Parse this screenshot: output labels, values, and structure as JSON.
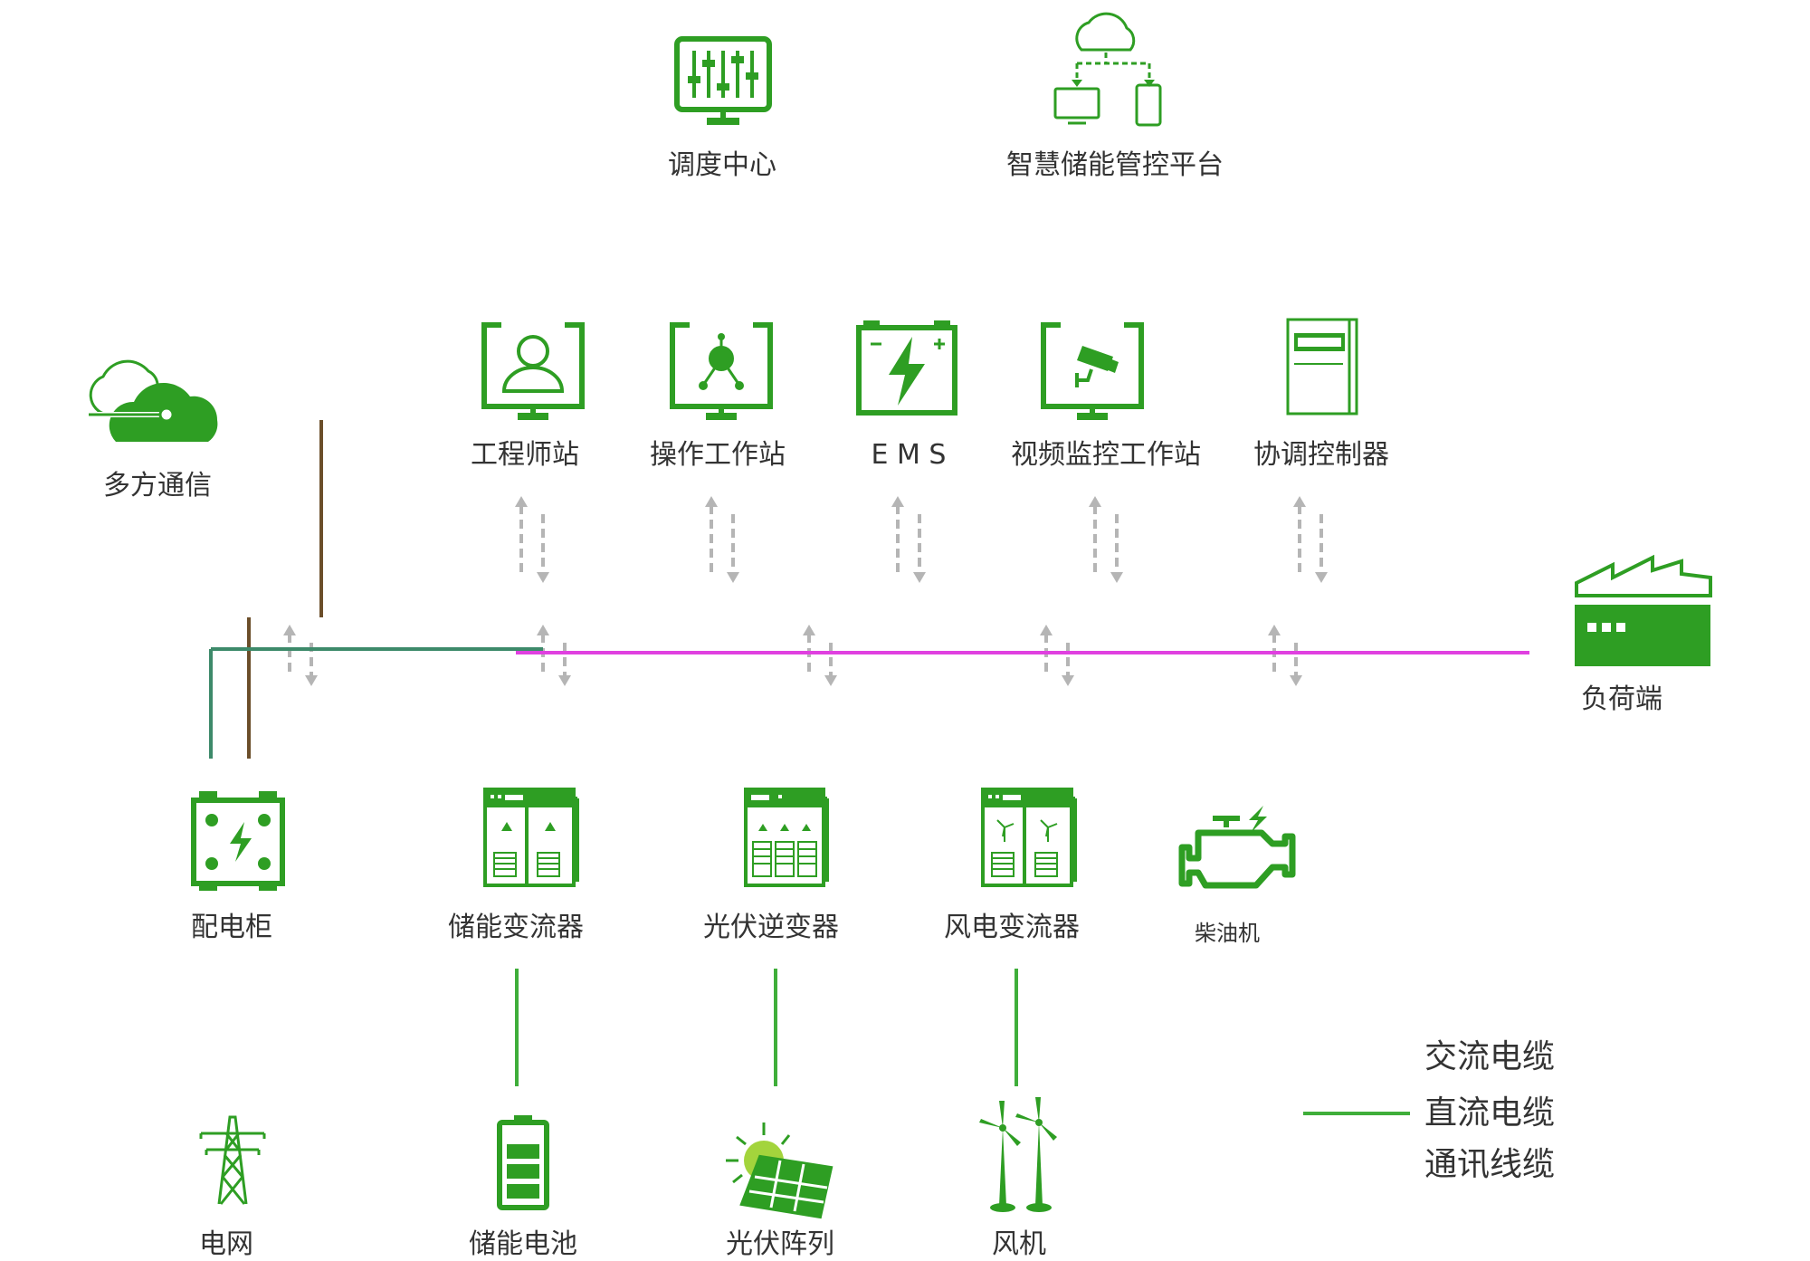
{
  "top_nodes": [
    {
      "id": "dispatch",
      "label": "调度中心",
      "icon": "monitor-sliders-icon"
    },
    {
      "id": "platform",
      "label": "智慧储能管控平台",
      "icon": "cloud-devices-icon"
    }
  ],
  "middle_nodes": [
    {
      "id": "engineer",
      "label": "工程师站",
      "icon": "monitor-user-icon"
    },
    {
      "id": "operator",
      "label": "操作工作站",
      "icon": "monitor-network-icon"
    },
    {
      "id": "ems",
      "label": "E M S",
      "icon": "battery-bolt-icon"
    },
    {
      "id": "video",
      "label": "视频监控工作站",
      "icon": "monitor-camera-icon"
    },
    {
      "id": "coordinator",
      "label": "协调控制器",
      "icon": "cabinet-icon"
    }
  ],
  "communication": {
    "label": "多方通信",
    "icon": "cloud-link-icon"
  },
  "load": {
    "label": "负荷端",
    "icon": "factory-icon"
  },
  "devices": [
    {
      "id": "switchgear",
      "label": "配电柜",
      "icon": "switchgear-icon"
    },
    {
      "id": "pcs",
      "label": "储能变流器",
      "icon": "converter-cabinet-icon"
    },
    {
      "id": "pv_inverter",
      "label": "光伏逆变器",
      "icon": "inverter-cabinet-icon"
    },
    {
      "id": "wind_converter",
      "label": "风电变流器",
      "icon": "wind-converter-cabinet-icon"
    },
    {
      "id": "diesel",
      "label": "柴油机",
      "icon": "engine-icon"
    }
  ],
  "sources": [
    {
      "id": "grid",
      "label": "电网",
      "icon": "transmission-tower-icon"
    },
    {
      "id": "battery",
      "label": "储能电池",
      "icon": "battery-icon"
    },
    {
      "id": "pv_array",
      "label": "光伏阵列",
      "icon": "solar-panel-icon"
    },
    {
      "id": "wind",
      "label": "风机",
      "icon": "wind-turbine-icon"
    }
  ],
  "legend": [
    {
      "label": "交流电缆",
      "type": "ac"
    },
    {
      "label": "直流电缆",
      "type": "dc"
    },
    {
      "label": "通讯线缆",
      "type": "comm"
    }
  ],
  "colors": {
    "icon_green": "#2e9e23",
    "ac_magenta": "#e040e0",
    "dc_green": "#3fae3a",
    "comm_brown": "#6b4e2a",
    "comm_red": "#b03a3a",
    "comm_lightgreen": "#b6d39a",
    "arrow_gray": "#b5b5b5"
  }
}
